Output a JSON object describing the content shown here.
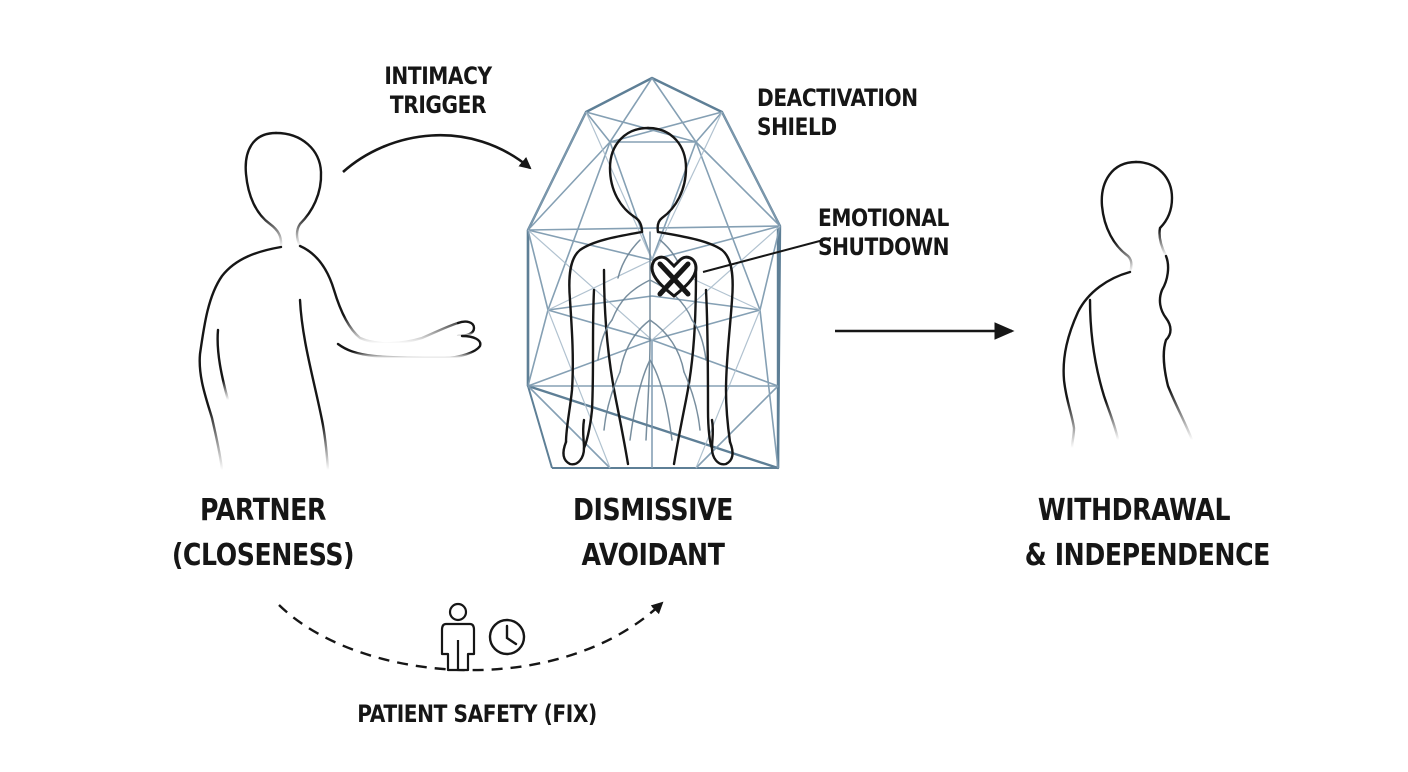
{
  "labels": {
    "intimacy_trigger": [
      "INTIMACY",
      "TRIGGER"
    ],
    "deactivation_shield": [
      "DEACTIVATION",
      "SHIELD"
    ],
    "emotional_shutdown": [
      "EMOTIONAL",
      "SHUTDOWN"
    ],
    "partner": [
      "PARTNER",
      "(CLOSENESS)"
    ],
    "dismissive_avoidant": [
      "DISMISSIVE",
      "AVOIDANT"
    ],
    "withdrawal": [
      "WITHDRAWAL",
      "& INDEPENDENCE"
    ],
    "patient_safety": "PATIENT SAFETY (FIX)"
  },
  "icons": {
    "partner_figure": "human-silhouette-reaching",
    "avoidant_figure": "human-with-vascular-system",
    "shield": "geometric-polyhedron-shield",
    "heart": "crossed-out-heart",
    "withdrawn_figure": "human-silhouette-turned-away",
    "person": "person-outline",
    "clock": "clock"
  },
  "colors": {
    "ink": "#161616",
    "shield_stroke": "#5e7f96",
    "shield_stroke_light": "#8aa4b6",
    "vessels": "#6a8294"
  }
}
